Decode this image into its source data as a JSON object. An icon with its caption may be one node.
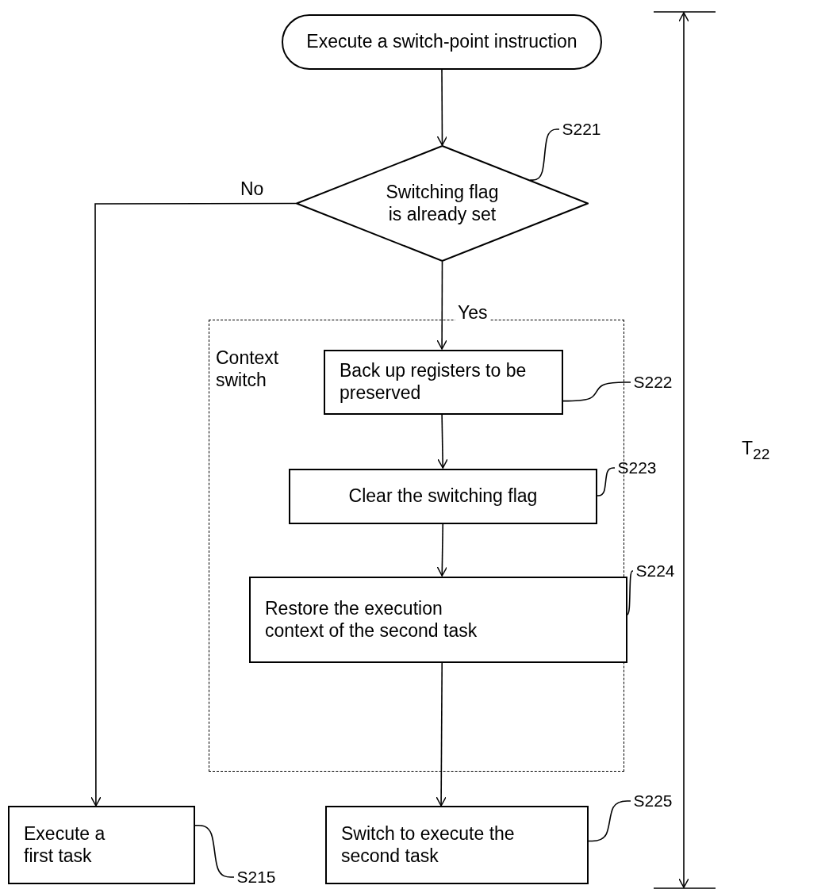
{
  "diagram": {
    "nodes": [
      {
        "text": [
          "Execute a switch-point instruction"
        ]
      },
      {
        "text": [
          "Switching flag is already set"
        ]
      },
      {
        "text": [
          "Context switch"
        ]
      },
      {
        "text": [
          "Back up registers to be preserved"
        ],
        "in": 2
      },
      {
        "text": [
          "Clear the switching flag"
        ],
        "in": 2
      },
      {
        "text": [
          "Restore the execution context of the second task"
        ],
        "in": 2
      },
      {
        "text": [
          "Execute a first task"
        ]
      },
      {
        "text": [
          "Switch to execute the second task"
        ]
      },
      {
        "text": [
          "S221"
        ]
      },
      {
        "text": [
          "S222"
        ]
      },
      {
        "text": [
          "S223"
        ]
      },
      {
        "text": [
          "S224"
        ]
      },
      {
        "text": [
          "S225"
        ]
      },
      {
        "text": [
          "S215"
        ]
      }
    ],
    "edges": [
      {
        "from": 0,
        "to": 1,
        "arrow": "to"
      },
      {
        "from": 1,
        "to": 6,
        "arrow": "to",
        "label": "No"
      },
      {
        "from": 1,
        "to": 3,
        "arrow": "to",
        "label": "Yes"
      },
      {
        "from": 3,
        "to": 4,
        "arrow": "to"
      },
      {
        "from": 4,
        "to": 5,
        "arrow": "to"
      },
      {
        "from": 5,
        "to": 7,
        "arrow": "to"
      },
      {
        "from": 8,
        "to": 1,
        "arrow": "none"
      },
      {
        "from": 9,
        "to": 3,
        "arrow": "none"
      },
      {
        "from": 10,
        "to": 4,
        "arrow": "none"
      },
      {
        "from": 11,
        "to": 5,
        "arrow": "none"
      },
      {
        "from": 12,
        "to": 7,
        "arrow": "none"
      },
      {
        "from": 13,
        "to": 6,
        "arrow": "none"
      }
    ],
    "labels": [
      "T$_{22}$"
    ]
  }
}
